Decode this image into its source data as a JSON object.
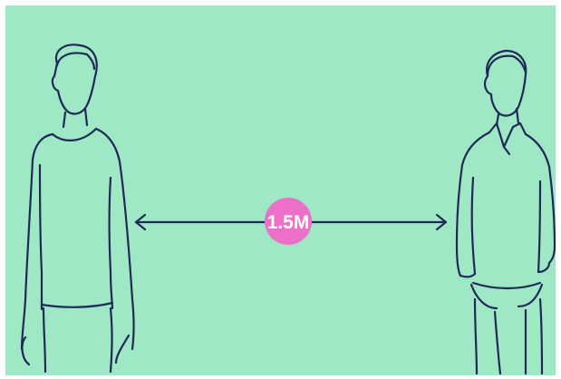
{
  "scene": {
    "distance_label": "1.5M",
    "colors": {
      "background": "#9ee8c6",
      "line": "#1e2a55",
      "badge": "#ec6fc8",
      "badge_text": "#ffffff",
      "frame_border": "#ffffff"
    },
    "figures": [
      "person-left-sweater",
      "person-right-collared-shirt"
    ],
    "icons": [
      "double-headed-arrow-icon"
    ]
  }
}
